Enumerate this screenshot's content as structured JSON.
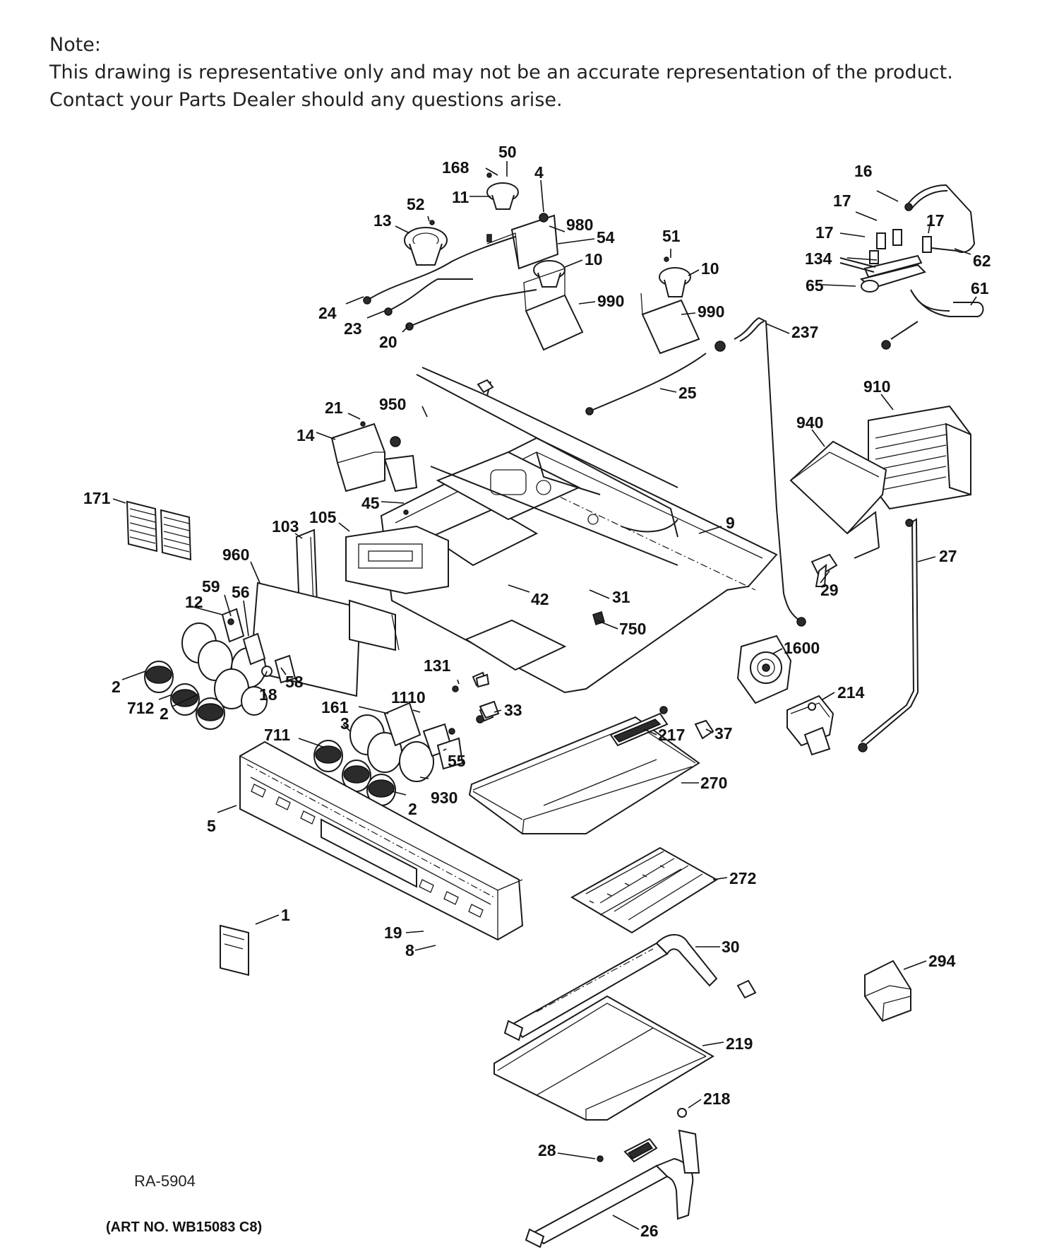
{
  "note": {
    "title": "Note:",
    "line1": "This drawing is representative only and may not be an accurate representation of the product.",
    "line2": "Contact your Parts Dealer should any questions arise."
  },
  "drawing_code": "RA-5904",
  "art_number": "(ART NO. WB15083 C8)",
  "part_labels": [
    {
      "id": "50"
    },
    {
      "id": "168"
    },
    {
      "id": "4"
    },
    {
      "id": "11"
    },
    {
      "id": "52"
    },
    {
      "id": "13"
    },
    {
      "id": "980"
    },
    {
      "id": "54"
    },
    {
      "id": "10"
    },
    {
      "id": "51"
    },
    {
      "id": "10"
    },
    {
      "id": "24"
    },
    {
      "id": "23"
    },
    {
      "id": "20"
    },
    {
      "id": "990"
    },
    {
      "id": "990"
    },
    {
      "id": "237"
    },
    {
      "id": "25"
    },
    {
      "id": "16"
    },
    {
      "id": "17"
    },
    {
      "id": "17"
    },
    {
      "id": "17"
    },
    {
      "id": "134"
    },
    {
      "id": "62"
    },
    {
      "id": "65"
    },
    {
      "id": "61"
    },
    {
      "id": "910"
    },
    {
      "id": "940"
    },
    {
      "id": "21"
    },
    {
      "id": "950"
    },
    {
      "id": "14"
    },
    {
      "id": "45"
    },
    {
      "id": "171"
    },
    {
      "id": "103"
    },
    {
      "id": "105"
    },
    {
      "id": "9"
    },
    {
      "id": "960"
    },
    {
      "id": "27"
    },
    {
      "id": "59"
    },
    {
      "id": "56"
    },
    {
      "id": "12"
    },
    {
      "id": "42"
    },
    {
      "id": "31"
    },
    {
      "id": "29"
    },
    {
      "id": "750"
    },
    {
      "id": "2"
    },
    {
      "id": "18"
    },
    {
      "id": "58"
    },
    {
      "id": "712"
    },
    {
      "id": "2"
    },
    {
      "id": "131"
    },
    {
      "id": "1600"
    },
    {
      "id": "1110"
    },
    {
      "id": "161"
    },
    {
      "id": "214"
    },
    {
      "id": "3"
    },
    {
      "id": "33"
    },
    {
      "id": "711"
    },
    {
      "id": "217"
    },
    {
      "id": "37"
    },
    {
      "id": "55"
    },
    {
      "id": "930"
    },
    {
      "id": "270"
    },
    {
      "id": "2"
    },
    {
      "id": "5"
    },
    {
      "id": "272"
    },
    {
      "id": "1"
    },
    {
      "id": "19"
    },
    {
      "id": "8"
    },
    {
      "id": "30"
    },
    {
      "id": "294"
    },
    {
      "id": "219"
    },
    {
      "id": "218"
    },
    {
      "id": "28"
    },
    {
      "id": "26"
    }
  ]
}
